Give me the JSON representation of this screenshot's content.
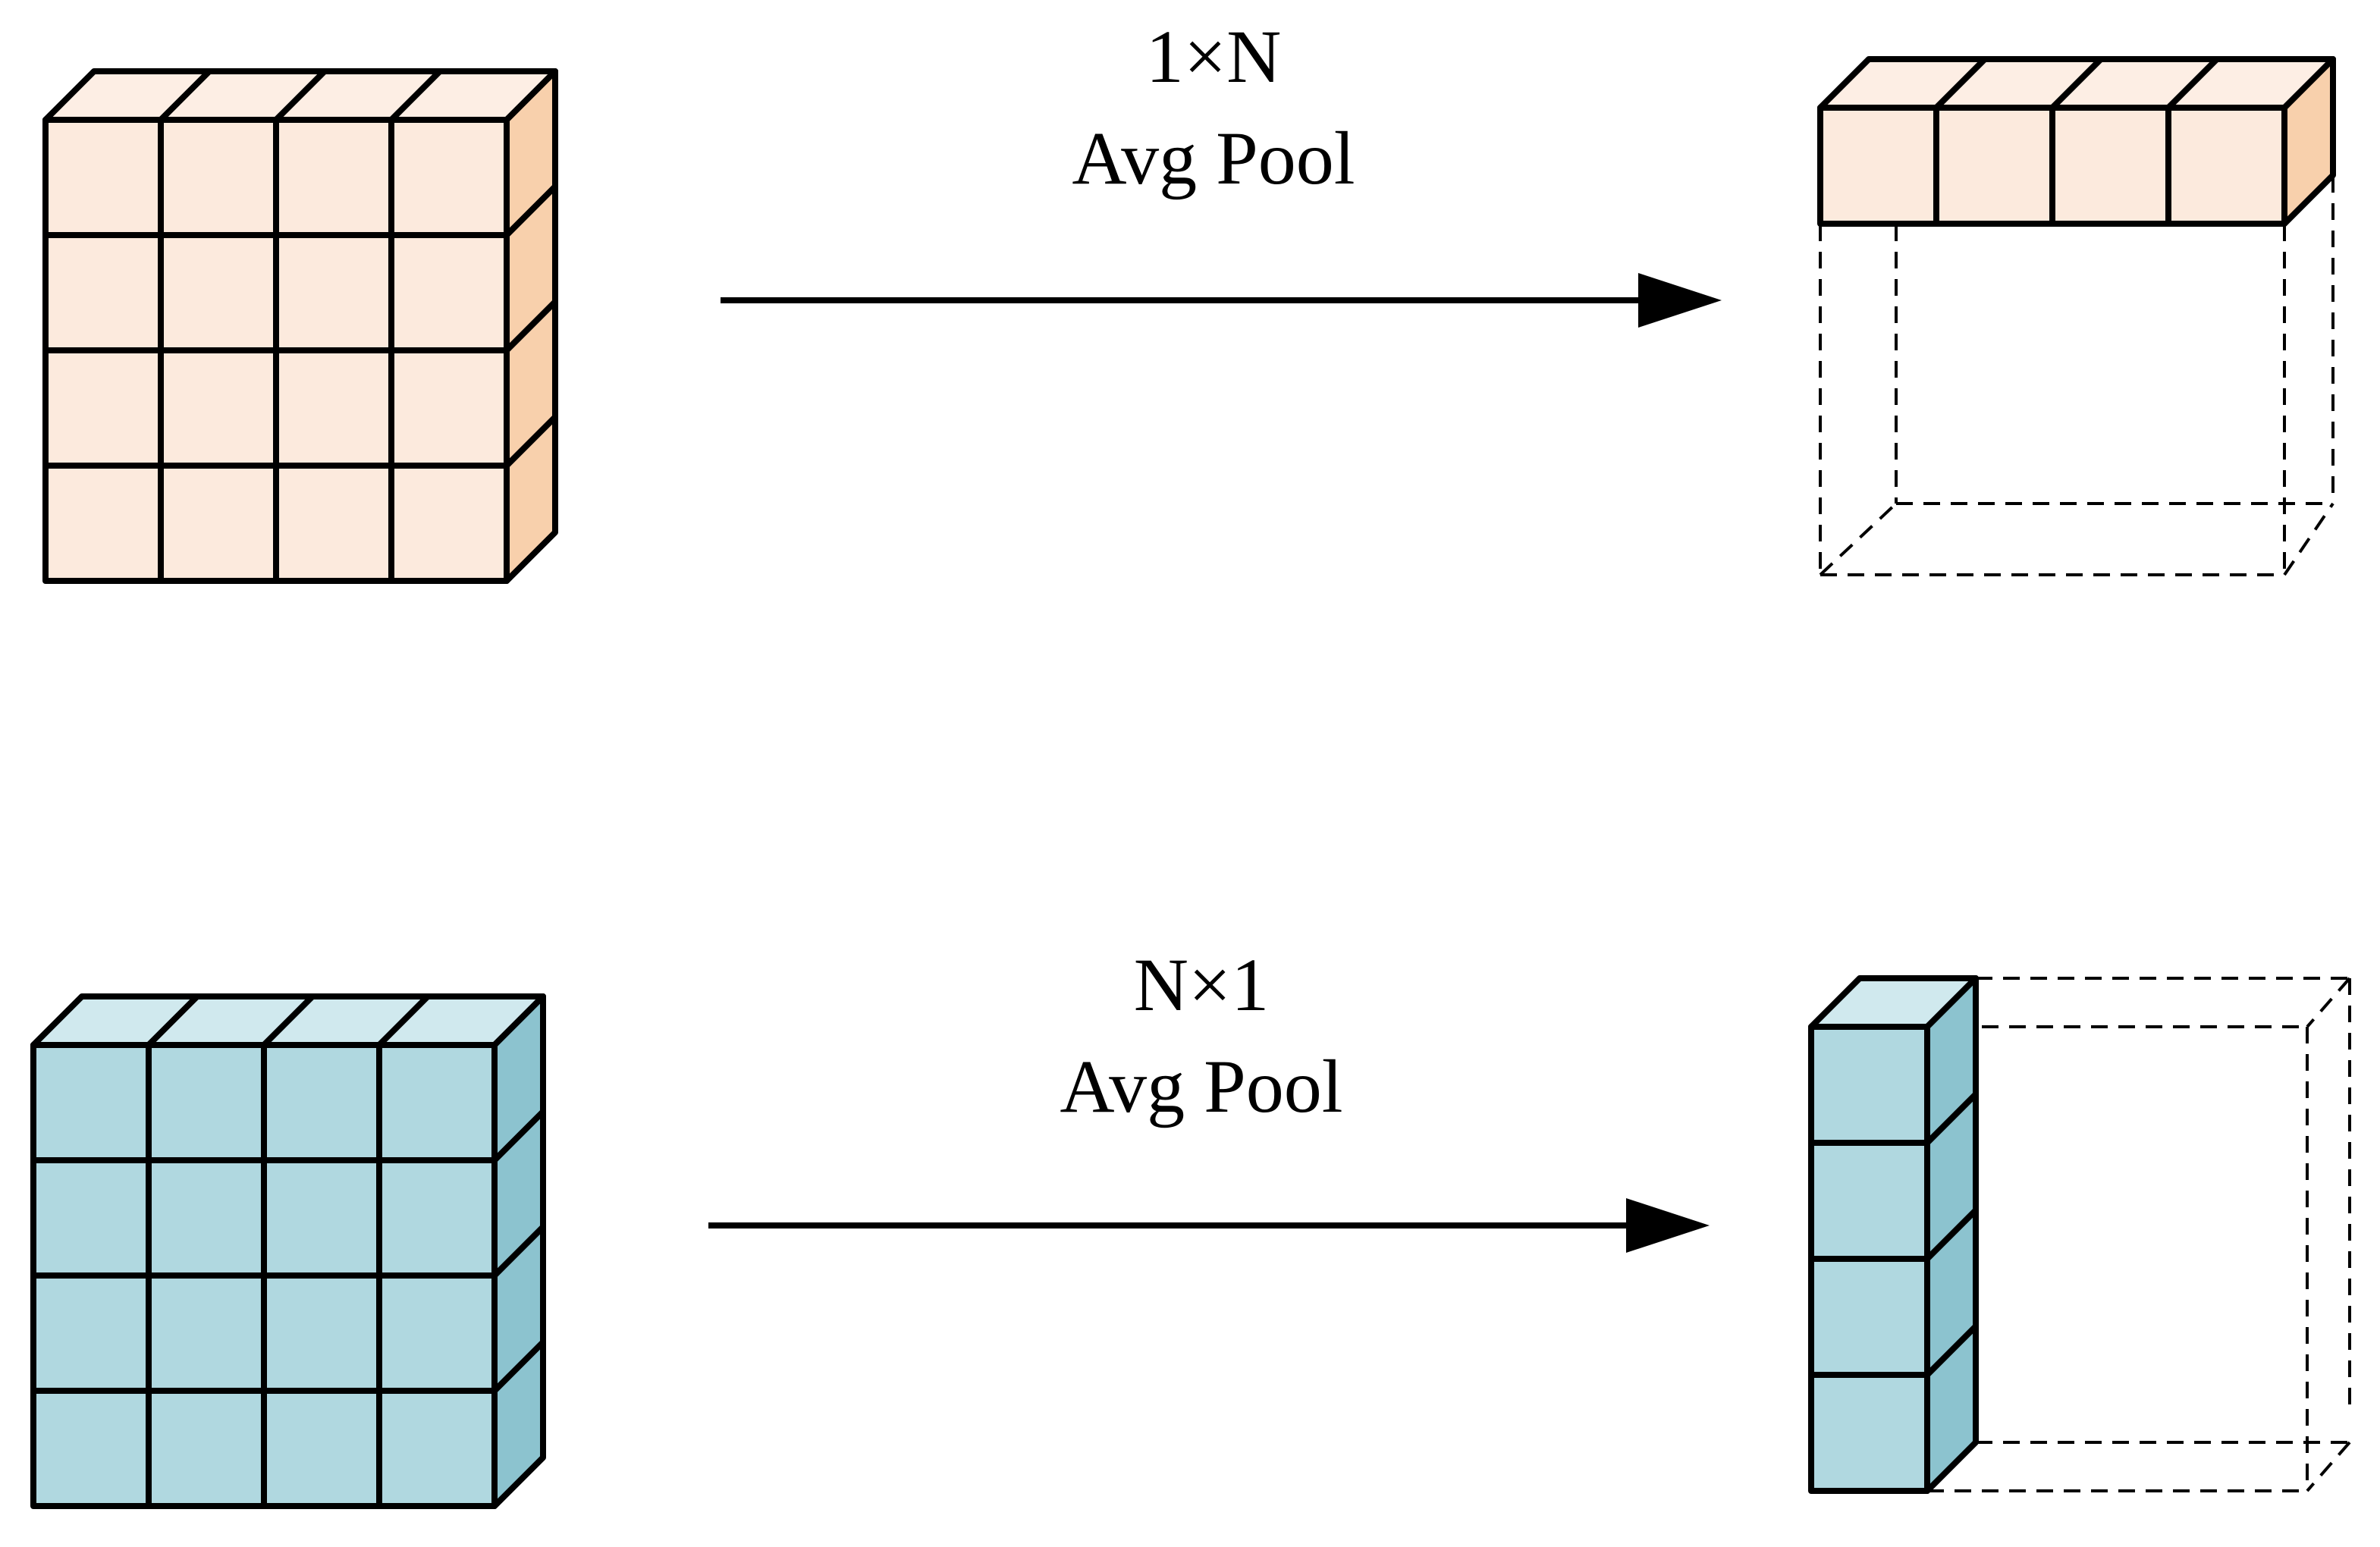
{
  "rows": [
    {
      "id": "row-1xN",
      "op_line1": "1×N",
      "op_line2": "Avg Pool",
      "palette": {
        "front": "#FCEADD",
        "top": "#FDEEE4",
        "side": "#F8D0AC"
      },
      "output": "horizontal-strip"
    },
    {
      "id": "row-Nx1",
      "op_line1": "N×1",
      "op_line2": "Avg Pool",
      "palette": {
        "front": "#B0D8E0",
        "top": "#D0E9EE",
        "side": "#8CC3CF"
      },
      "output": "vertical-strip"
    }
  ],
  "grid_cells": 4
}
